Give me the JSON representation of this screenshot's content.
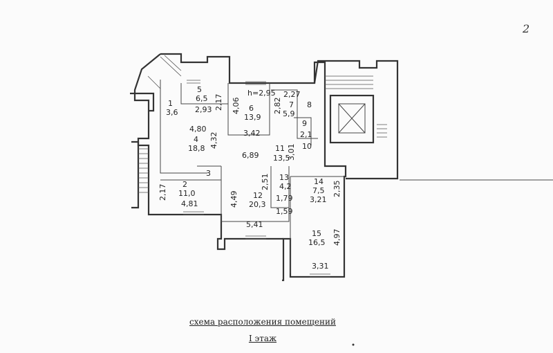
{
  "page_mark": "2",
  "caption": {
    "title": "схема расположения помещений",
    "floor": "I этаж"
  },
  "labels": {
    "r1": "1",
    "r1_area": "3,6",
    "r2": "2",
    "r2_area": "11,0",
    "r2_w": "4,81",
    "r2_h": "2,17",
    "r3": "3",
    "r4": "4",
    "r4_area": "18,8",
    "r4_top": "4,80",
    "r4_h": "4,32",
    "r5": "5",
    "r5_area": "6,5",
    "r5_w": "2,93",
    "r5_h": "2,17",
    "r6": "6",
    "r6_area": "13,9",
    "r6_top": "h=2,95",
    "r6_h": "4,06",
    "r6_w": "3,42",
    "r7": "7",
    "r7_area": "5,9",
    "r7_top": "2,27",
    "r7_h": "2,82",
    "r8": "8",
    "r9": "9",
    "r9_area": "2,1",
    "r10": "10",
    "r11": "11",
    "r11_area": "13,5",
    "r11_w": "6,89",
    "r11_h": "3,01",
    "r12": "12",
    "r12_area": "20,3",
    "r12_w": "5,41",
    "r12_h": "4,49",
    "r12_h2": "2,51",
    "r13": "13",
    "r13_area": "4,2",
    "r13_w": "1,79",
    "r13_w2": "1,59",
    "r14": "14",
    "r14_area": "7,5",
    "r14_w": "3,21",
    "r14_h": "2,35",
    "r15": "15",
    "r15_area": "16,5",
    "r15_w": "3,31",
    "r15_h": "4,97"
  }
}
